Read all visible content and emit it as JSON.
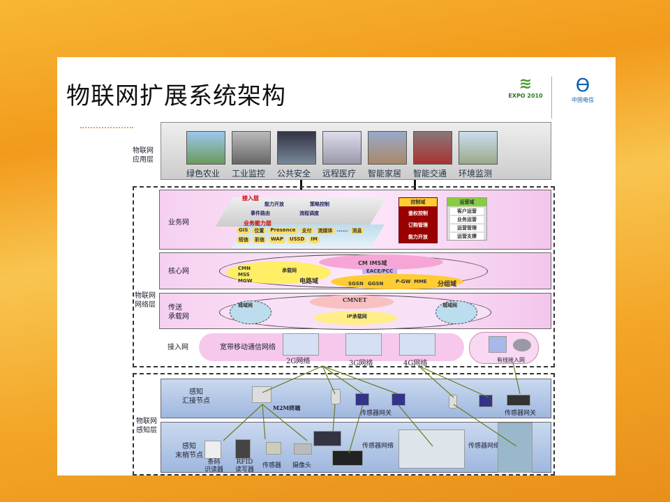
{
  "title": "物联网扩展系统架构",
  "logos": {
    "expo": "EXPO 2010",
    "telecom": "中国电信"
  },
  "application_layer": {
    "label": "物联网\n应用层",
    "items": [
      "绿色农业",
      "工业监控",
      "公共安全",
      "远程医疗",
      "智能家居",
      "智能交通",
      "环境监测"
    ]
  },
  "network_layer": {
    "label": "物联网\n网络层",
    "business": {
      "label": "业务网",
      "access_layer": "接入层",
      "access_items": [
        "能力开放",
        "策略控制",
        "事件路由",
        "流程调度"
      ],
      "capability_layer": "业务能力层",
      "capabilities": [
        "GIS",
        "位置",
        "Presence",
        "支付",
        "流媒体",
        "......",
        "消息",
        "短信",
        "彩信",
        "WAP",
        "USSD",
        "IM"
      ],
      "control_domain": {
        "title": "控制域",
        "items": [
          "鉴权控制",
          "订购管理",
          "能力开放"
        ]
      },
      "operation_domain": {
        "title": "运营域",
        "items": [
          "客户运营",
          "业务运营",
          "运营管理",
          "运营支撑"
        ]
      }
    },
    "core": {
      "label": "核心网",
      "cs_domain": "电路域",
      "cs_items": [
        "CMN",
        "MSS",
        "MGW"
      ],
      "ims": "CM IMS域",
      "pcc": "EACE/PCC",
      "ps_domain": "分组域",
      "ps_items": [
        "SGSN",
        "GGSN",
        "P-GW",
        "MME"
      ],
      "bearer": "承载网"
    },
    "transport": {
      "label": "传送\n承载网",
      "cmnet": "CMNET",
      "ip": "IP承载网",
      "metro": "城域网",
      "backbone": "城域网"
    },
    "access": {
      "label": "接入网",
      "broadband": "宽带移动通信网络",
      "networks": [
        "2G网络",
        "3G网络",
        "4G网络"
      ],
      "wired": "有线接入网"
    }
  },
  "perception_layer": {
    "label": "物联网\n感知层",
    "aggregation": {
      "label": "感知\n汇接节点",
      "m2m": "M2M终端",
      "gateway1": "传感器网关",
      "gateway2": "传感器网关"
    },
    "terminal": {
      "label": "感知\n末梢节点",
      "devices": [
        "条码\n识读器",
        "RFID\n读写器",
        "传感器",
        "摄像头"
      ],
      "net1": "传感器网络",
      "net2": "传感器网络"
    }
  }
}
